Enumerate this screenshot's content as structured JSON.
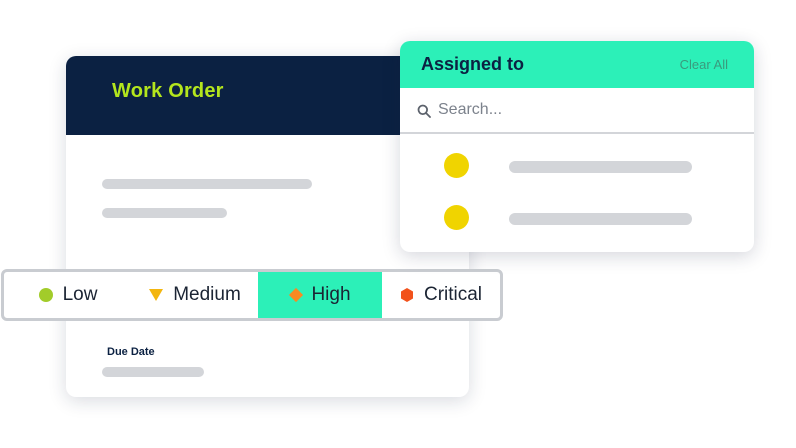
{
  "work_order": {
    "title": "Work Order",
    "due_date_label": "Due Date"
  },
  "priority": {
    "selected": "High",
    "options": [
      {
        "label": "Low",
        "icon": "circle-icon",
        "color": "#a2cc2a"
      },
      {
        "label": "Medium",
        "icon": "triangle-down-icon",
        "color": "#f3b60f"
      },
      {
        "label": "High",
        "icon": "diamond-icon",
        "color": "#f98a21"
      },
      {
        "label": "Critical",
        "icon": "hexagon-icon",
        "color": "#f2521b"
      }
    ]
  },
  "assigned_to": {
    "title": "Assigned to",
    "clear_label": "Clear All",
    "search_placeholder": "Search..."
  },
  "colors": {
    "navy": "#0b2142",
    "accent_green": "#2cf0b8",
    "title_lime": "#b4e61d",
    "avatar_yellow": "#f0d400",
    "skeleton_gray": "#d3d5d9"
  }
}
